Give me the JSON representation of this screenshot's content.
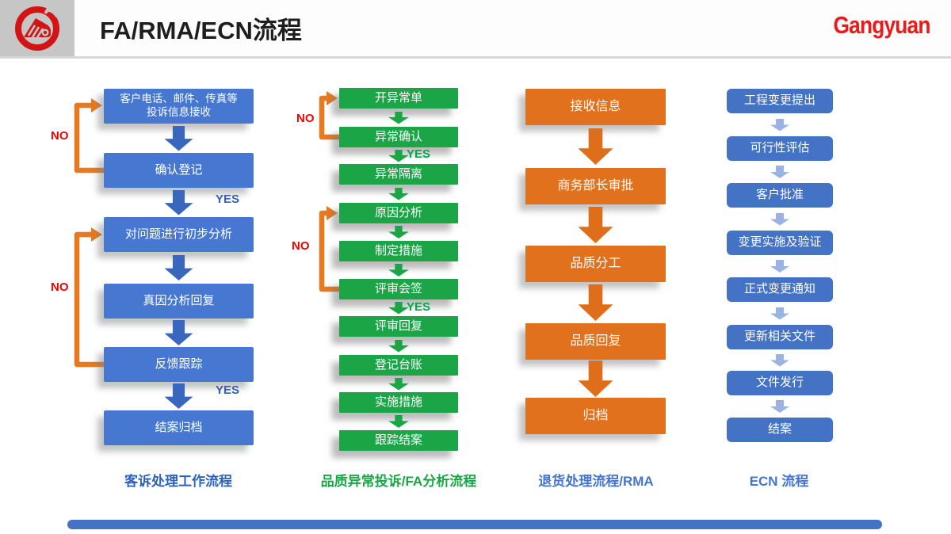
{
  "header": {
    "title": "FA/RMA/ECN流程",
    "brand": "Gangyuan",
    "logo": "gangyuan-logo"
  },
  "flows": [
    {
      "caption": "客诉处理工作流程",
      "steps": [
        "客户电话、邮件、传真等\n投诉信息接收",
        "确认登记",
        "对问题进行初步分析",
        "真因分析回复",
        "反馈跟踪",
        "结案归档"
      ],
      "decisions": [
        "NO",
        "YES",
        "NO",
        "YES"
      ]
    },
    {
      "caption": "品质异常投诉/FA分析流程",
      "steps": [
        "开异常单",
        "异常确认",
        "异常隔离",
        "原因分析",
        "制定措施",
        "评审会签",
        "评审回复",
        "登记台账",
        "实施措施",
        "跟踪结案"
      ],
      "decisions": [
        "NO",
        "YES",
        "NO",
        "YES"
      ]
    },
    {
      "caption": "退货处理流程/RMA",
      "steps": [
        "接收信息",
        "商务部长审批",
        "品质分工",
        "品质回复",
        "归档"
      ],
      "decisions": []
    },
    {
      "caption": "ECN 流程",
      "steps": [
        "工程变更提出",
        "可行性评估",
        "客户批准",
        "变更实施及验证",
        "正式变更通知",
        "更新相关文件",
        "文件发行",
        "结案"
      ],
      "decisions": []
    }
  ],
  "colors": {
    "blue_box": "#4678D2",
    "blue_arrow": "#3A67BE",
    "green_box": "#1BA547",
    "orange_box": "#E2711D",
    "orange_arrow": "#DE6E1A",
    "ecn_box": "#4472C4",
    "ecn_arrow": "#9BB3E3",
    "loop_arrow": "#E8791F",
    "no_label": "#F00300",
    "yes_label_blue": "#2F62B8",
    "yes_label_green": "#00A84E",
    "caption_blue": "#2C62BC",
    "caption_green": "#17A644",
    "caption_light_blue": "#4374CE",
    "brand_red": "#EC1A1A",
    "logo_panel_gray": "#C6C6C6",
    "footer_bar": "#4472C4"
  }
}
